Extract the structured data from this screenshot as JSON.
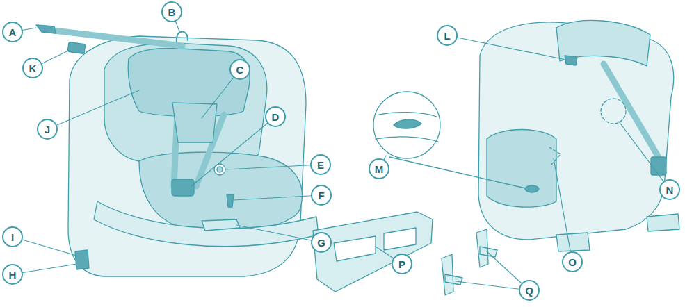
{
  "diagram": {
    "labels": [
      "A",
      "B",
      "C",
      "D",
      "E",
      "F",
      "G",
      "H",
      "I",
      "J",
      "K",
      "L",
      "M",
      "N",
      "O",
      "P",
      "Q"
    ]
  }
}
